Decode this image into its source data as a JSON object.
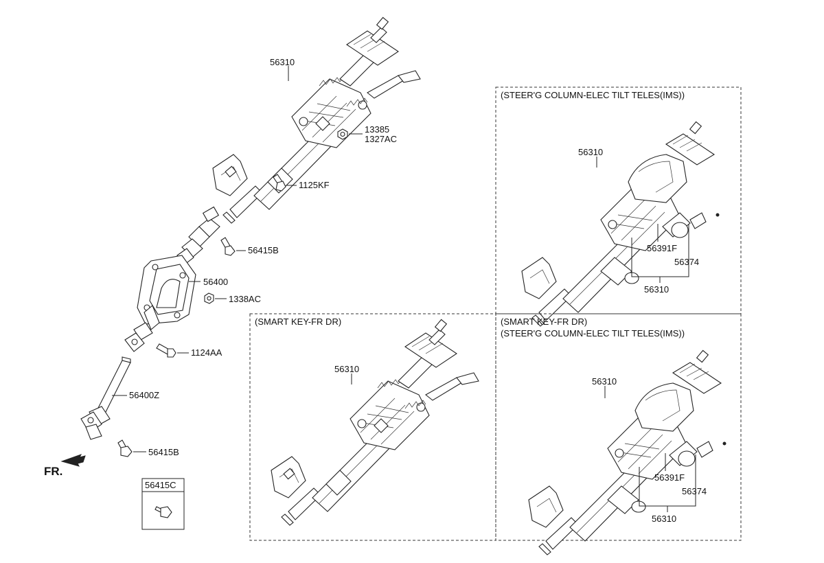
{
  "main": {
    "fr_label": "FR.",
    "column_label": "56310",
    "nut_label_1": "13385",
    "nut_label_2": "1327AC",
    "bolt_label": "1125KF",
    "ujoint_bolt_label": "56415B",
    "boot_label": "56400",
    "boot_nut_label": "1338AC",
    "lower_bolt_label": "1124AA",
    "shaft_label": "56400Z",
    "bottom_bolt_label": "56415B",
    "inset_label": "56415C"
  },
  "panels": {
    "top_right": {
      "caption": "(STEER'G COLUMN-ELEC TILT  TELES(IMS))",
      "column_label": "56310",
      "motor_label": "56391F",
      "screw_label": "56374",
      "assembly_label": "56310"
    },
    "bottom_middle": {
      "caption": "(SMART KEY-FR DR)",
      "column_label": "56310"
    },
    "bottom_right": {
      "caption_line1": "(SMART KEY-FR DR)",
      "caption_line2": "(STEER'G COLUMN-ELEC TILT  TELES(IMS))",
      "column_label": "56310",
      "motor_label": "56391F",
      "screw_label": "56374",
      "assembly_label": "56310"
    }
  },
  "colors": {
    "line": "#222222",
    "background": "#ffffff"
  }
}
